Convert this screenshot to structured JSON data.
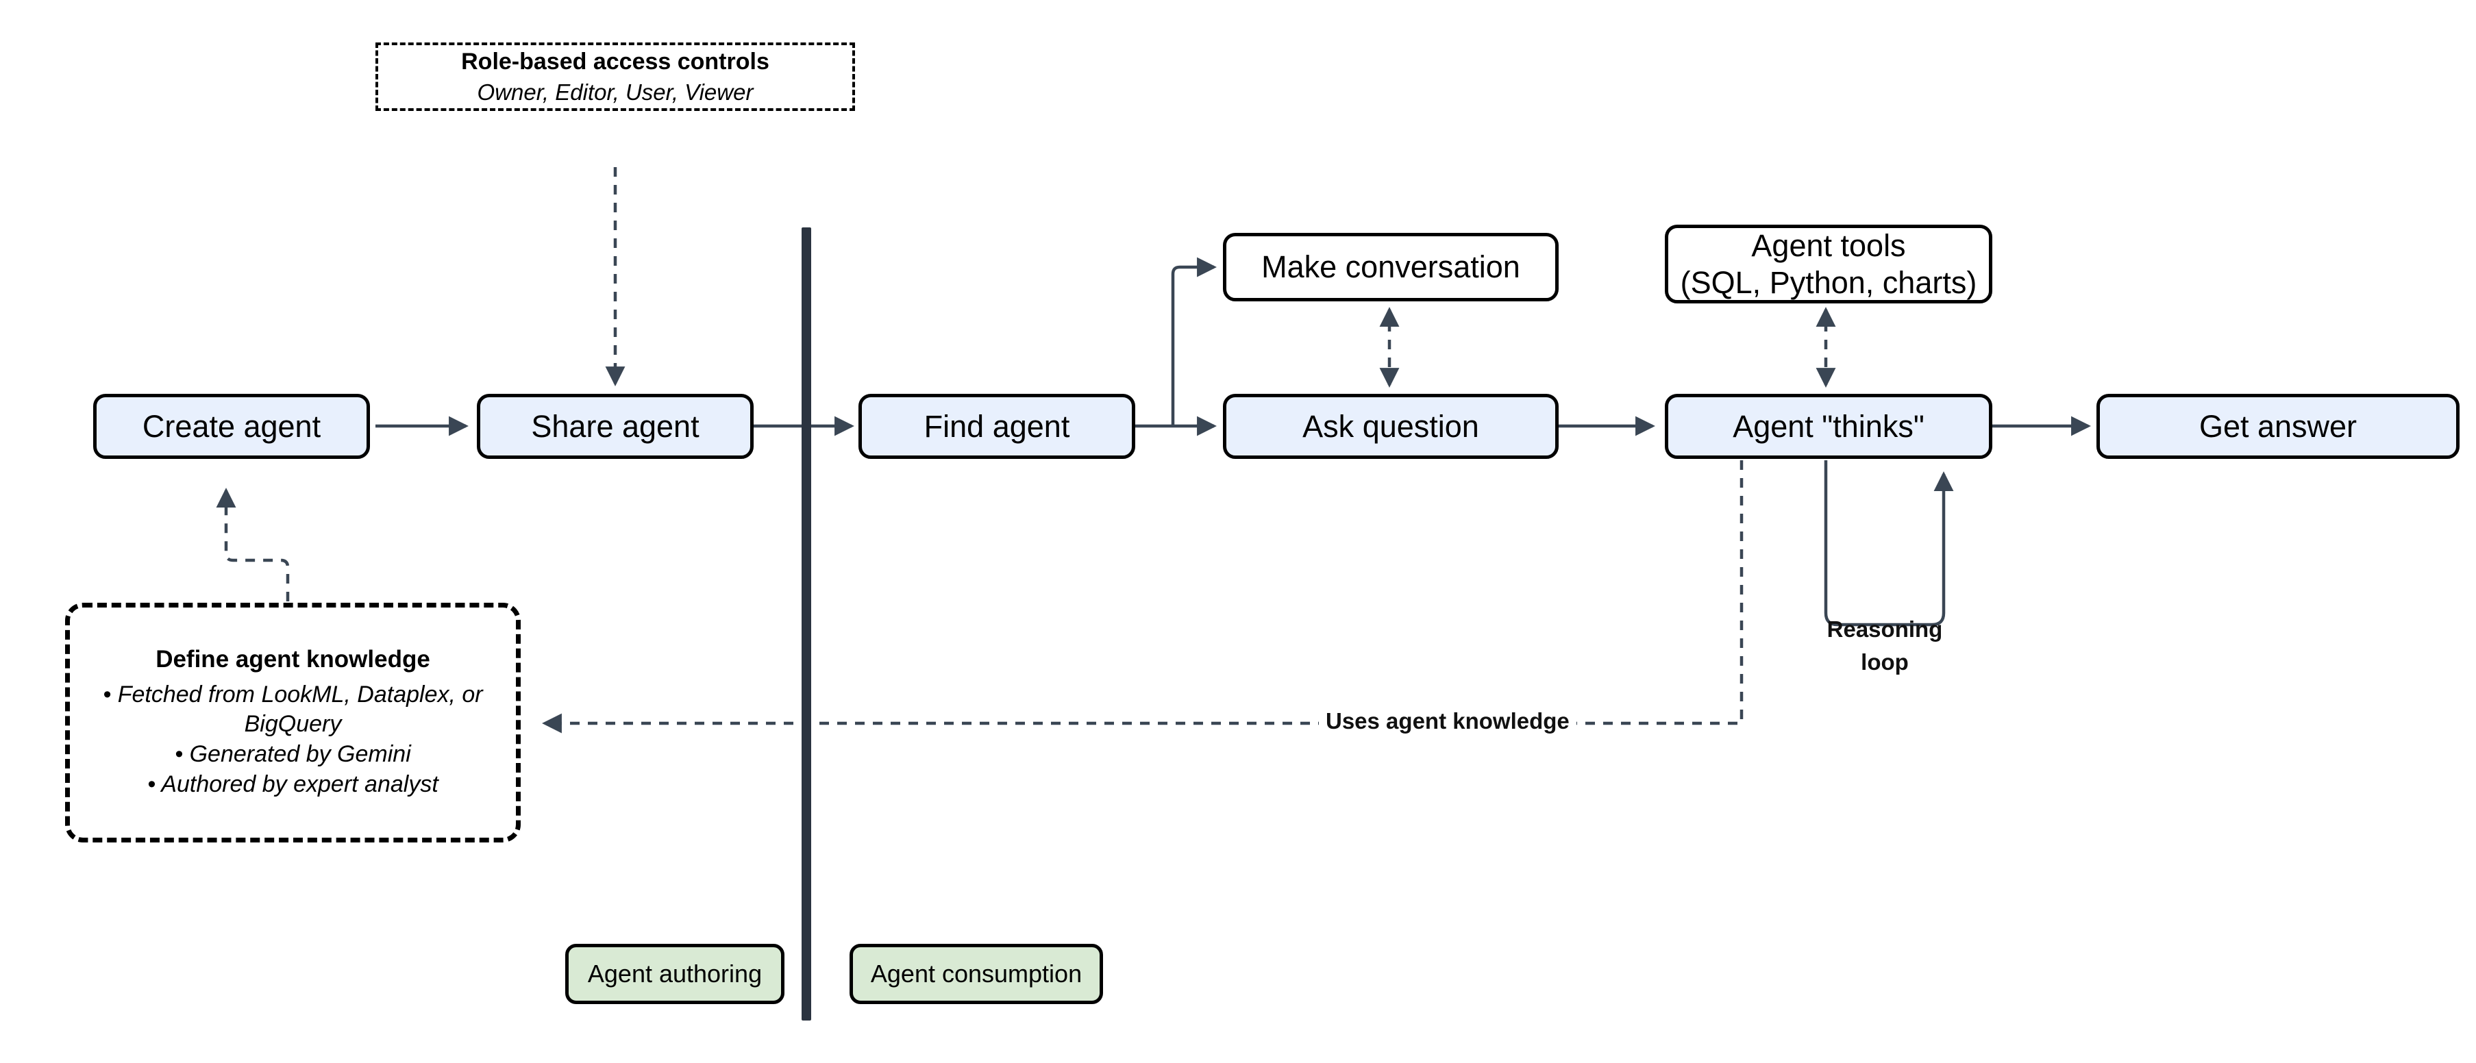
{
  "diagram": {
    "title": "Agent authoring and consumption flow",
    "colors": {
      "flow_box_fill": "#e8f0fd",
      "plain_box_fill": "#ffffff",
      "legend_box_fill": "#d9ead4",
      "stroke": "#000000",
      "connector": "#3a4654",
      "divider": "#2b3440"
    }
  },
  "authoring": {
    "create_agent": "Create agent",
    "share_agent": "Share agent",
    "rbac": {
      "title": "Role-based access controls",
      "subtitle": "Owner, Editor, User, Viewer"
    },
    "knowledge": {
      "title": "Define agent knowledge",
      "bullets": "• Fetched from LookML, Dataplex, or BigQuery\n• Generated by Gemini\n• Authored by expert analyst"
    }
  },
  "consumption": {
    "find_agent": "Find agent",
    "make_conversation": "Make conversation",
    "ask_question": "Ask question",
    "agent_thinks": "Agent \"thinks\"",
    "agent_tools": "Agent tools\n(SQL, Python, charts)",
    "get_answer": "Get answer",
    "reasoning_loop": "Reasoning\nloop"
  },
  "connectors": {
    "uses_agent_knowledge": "Uses agent knowledge"
  },
  "legend": {
    "authoring": "Agent authoring",
    "consumption": "Agent consumption"
  }
}
